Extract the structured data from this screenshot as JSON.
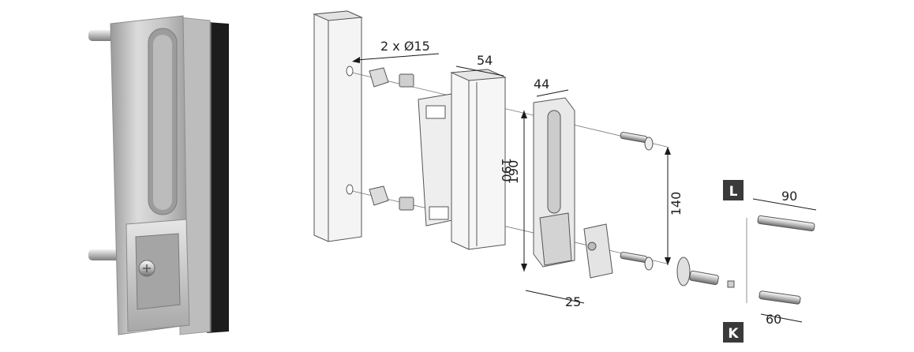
{
  "dimensions": {
    "holes": "2 x Ø15",
    "width_54": "54",
    "width_44": "44",
    "height_190_a": "190",
    "height_190_b": "190",
    "height_140": "140",
    "depth_25": "25",
    "length_90": "90",
    "length_60": "60"
  },
  "badges": {
    "top": "L",
    "bottom": "K"
  },
  "colors": {
    "badge_bg": "#3a3a3a",
    "metal_light": "#d9d9d9",
    "metal_mid": "#b4b4b4",
    "metal_dark": "#8a8a8a",
    "rubber": "#1c1c1c"
  }
}
